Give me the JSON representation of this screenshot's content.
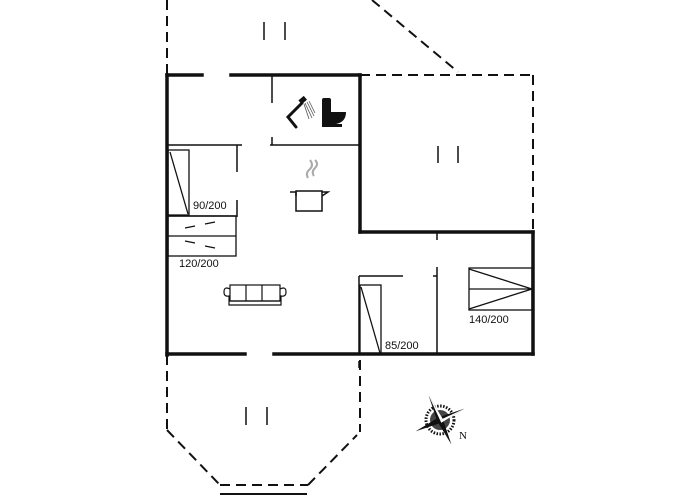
{
  "floorplan": {
    "type": "house floor plan",
    "colors": {
      "wall": "#111111",
      "background": "#ffffff",
      "steam": "#aaaaaa"
    },
    "rooms": [
      {
        "id": "bathroom",
        "icons": [
          "shower-icon",
          "toilet-icon"
        ]
      },
      {
        "id": "kitchen",
        "icons": [
          "cooking-pot-icon"
        ]
      },
      {
        "id": "living-room",
        "icons": [
          "sofa-icon"
        ]
      },
      {
        "id": "bedroom-1",
        "bed_label": "90/200"
      },
      {
        "id": "bedroom-1-bunk",
        "bed_label": "120/200"
      },
      {
        "id": "bedroom-2",
        "bed_label": "85/200"
      },
      {
        "id": "bedroom-3",
        "bed_label": "140/200"
      }
    ],
    "terraces": [
      "terrace-north",
      "terrace-east",
      "terrace-south"
    ],
    "bed_labels": {
      "bed_90": "90/200",
      "bed_120": "120/200",
      "bed_85": "85/200",
      "bed_140": "140/200"
    },
    "compass": {
      "label": "N"
    }
  }
}
